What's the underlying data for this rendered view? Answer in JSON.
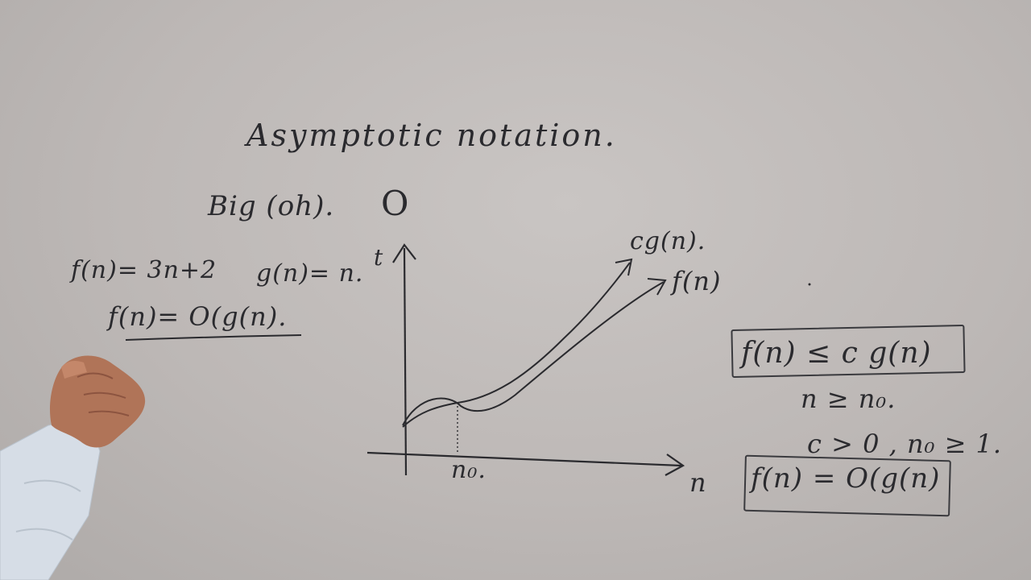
{
  "board": {
    "title": "Asymptotic notation.",
    "topic": "Big (oh).",
    "topic_symbol": "O",
    "f_def": "f(n)= 3n+2",
    "g_def": "g(n)= n.",
    "t_mark": "t",
    "f_bigo": "f(n)= O(g(n)."
  },
  "graph": {
    "curve_cg_label": "cg(n).",
    "curve_f_label": "f(n)",
    "n0_label": "n₀.",
    "x_axis_label": "n"
  },
  "definition": {
    "inequality": "f(n) ≤ c g(n)",
    "n_condition": "n ≥ n₀.",
    "constants": "c > 0 , n₀ ≥ 1.",
    "conclusion": "f(n) = O(g(n)"
  },
  "colors": {
    "board": "#c4c0be",
    "marker": "#2a2a2e",
    "hand": "#b07458",
    "sleeve": "#d6dde6"
  },
  "icons": {
    "presenter": "presenter-hand"
  }
}
